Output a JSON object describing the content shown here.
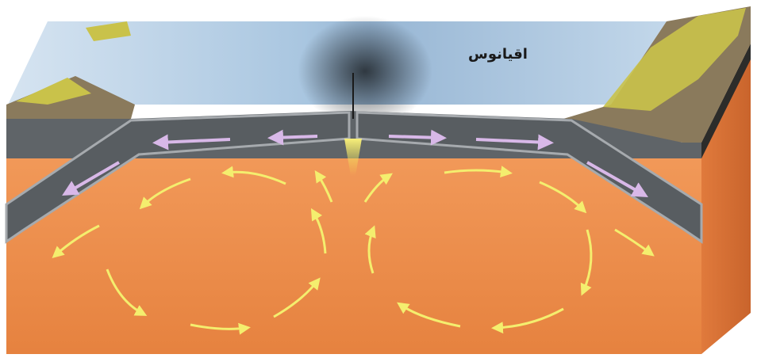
{
  "labels": {
    "ocean": "اقیانوس"
  },
  "colors": {
    "mantle": "#ec8a4a",
    "mantle_dark": "#d9713a",
    "water_light": "#c9dcee",
    "water_mid": "#9fbfdc",
    "plate": "#5a5f63",
    "plate_edge": "#9a9ea2",
    "land": "#8a7a5c",
    "vegetation": "#c9c24a",
    "convection_arrow": "#f4ee6e",
    "plate_arrow": "#d8b8e8",
    "magma": "#f2e14a"
  },
  "icons": [
    "convection-arrow",
    "plate-motion-arrow"
  ]
}
